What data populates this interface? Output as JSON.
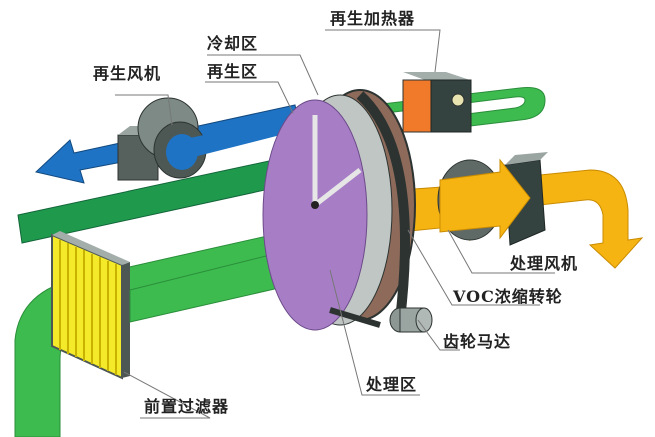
{
  "diagram": {
    "type": "VOC concentrator rotor system schematic",
    "colors": {
      "background": "#ffffff",
      "process_air_green": "#3dbb4f",
      "regen_air_green": "#1f9a4d",
      "exhaust_blue": "#1f73c4",
      "clean_air_yellow": "#f5b412",
      "rotor_purple": "#a77ec6",
      "rotor_rim": "#3a3f3d",
      "heater_orange": "#f07a2a",
      "fan_grey": "#7d8a86",
      "filter_yellow": "#f4ea2a",
      "leader_line": "#777777"
    },
    "labels": {
      "regen_heater": "再生加热器",
      "cooling_zone": "冷却区",
      "regen_zone": "再生区",
      "regen_fan": "再生风机",
      "process_fan": "处理风机",
      "voc_rotor": "VOC浓缩转轮",
      "gear_motor": "齿轮马达",
      "process_zone": "处理区",
      "pre_filter": "前置过滤器"
    },
    "flows": [
      {
        "name": "process-air-inlet",
        "color": "green",
        "direction": "enters through pre-filter into rotor process zone"
      },
      {
        "name": "clean-air-outlet",
        "color": "yellow",
        "direction": "exits rotor through process fan, turns down"
      },
      {
        "name": "regen-air-loop",
        "color": "green",
        "direction": "through cooling zone, regen heater, back into regen zone"
      },
      {
        "name": "exhaust",
        "color": "blue",
        "direction": "from regen zone through regen fan to the left"
      }
    ]
  }
}
